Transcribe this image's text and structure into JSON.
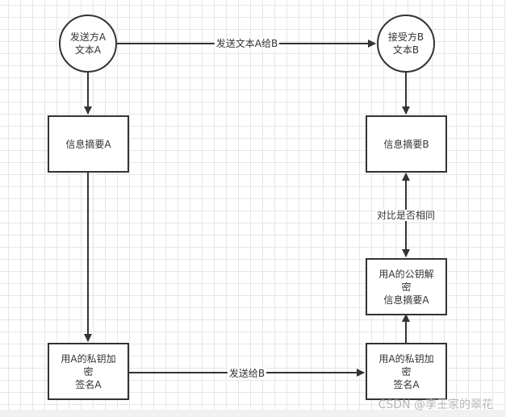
{
  "diagram": {
    "nodes": {
      "sender": {
        "label": "发送方A\n文本A",
        "shape": "circle"
      },
      "receiver": {
        "label": "接受方B\n文本B",
        "shape": "circle"
      },
      "digest_a": {
        "label": "信息摘要A",
        "shape": "rect"
      },
      "digest_b": {
        "label": "信息摘要B",
        "shape": "rect"
      },
      "sign_a": {
        "label": "用A的私钥加\n密\n签名A",
        "shape": "rect"
      },
      "sign_b": {
        "label": "用A的私钥加\n密\n签名A",
        "shape": "rect"
      },
      "decrypt": {
        "label": "用A的公钥解\n密\n信息摘要A",
        "shape": "rect"
      }
    },
    "edges": {
      "send_text": {
        "from": "sender",
        "to": "receiver",
        "label": "发送文本A给B"
      },
      "send_sign": {
        "from": "sign_a",
        "to": "sign_b",
        "label": "发送给B"
      },
      "compare": {
        "from": "decrypt",
        "to": "digest_b",
        "label": "对比是否相同"
      },
      "sender_to_digest": {
        "from": "sender",
        "to": "digest_a",
        "label": ""
      },
      "digest_to_sign": {
        "from": "digest_a",
        "to": "sign_a",
        "label": ""
      },
      "receiver_to_digest": {
        "from": "receiver",
        "to": "digest_b",
        "label": ""
      },
      "sign_to_decrypt": {
        "from": "sign_b",
        "to": "decrypt",
        "label": ""
      }
    },
    "colors": {
      "stroke": "#333333",
      "grid": "#e6e6e6",
      "fill": "#ffffff"
    }
  },
  "watermark": "CSDN @李王家的翠花"
}
